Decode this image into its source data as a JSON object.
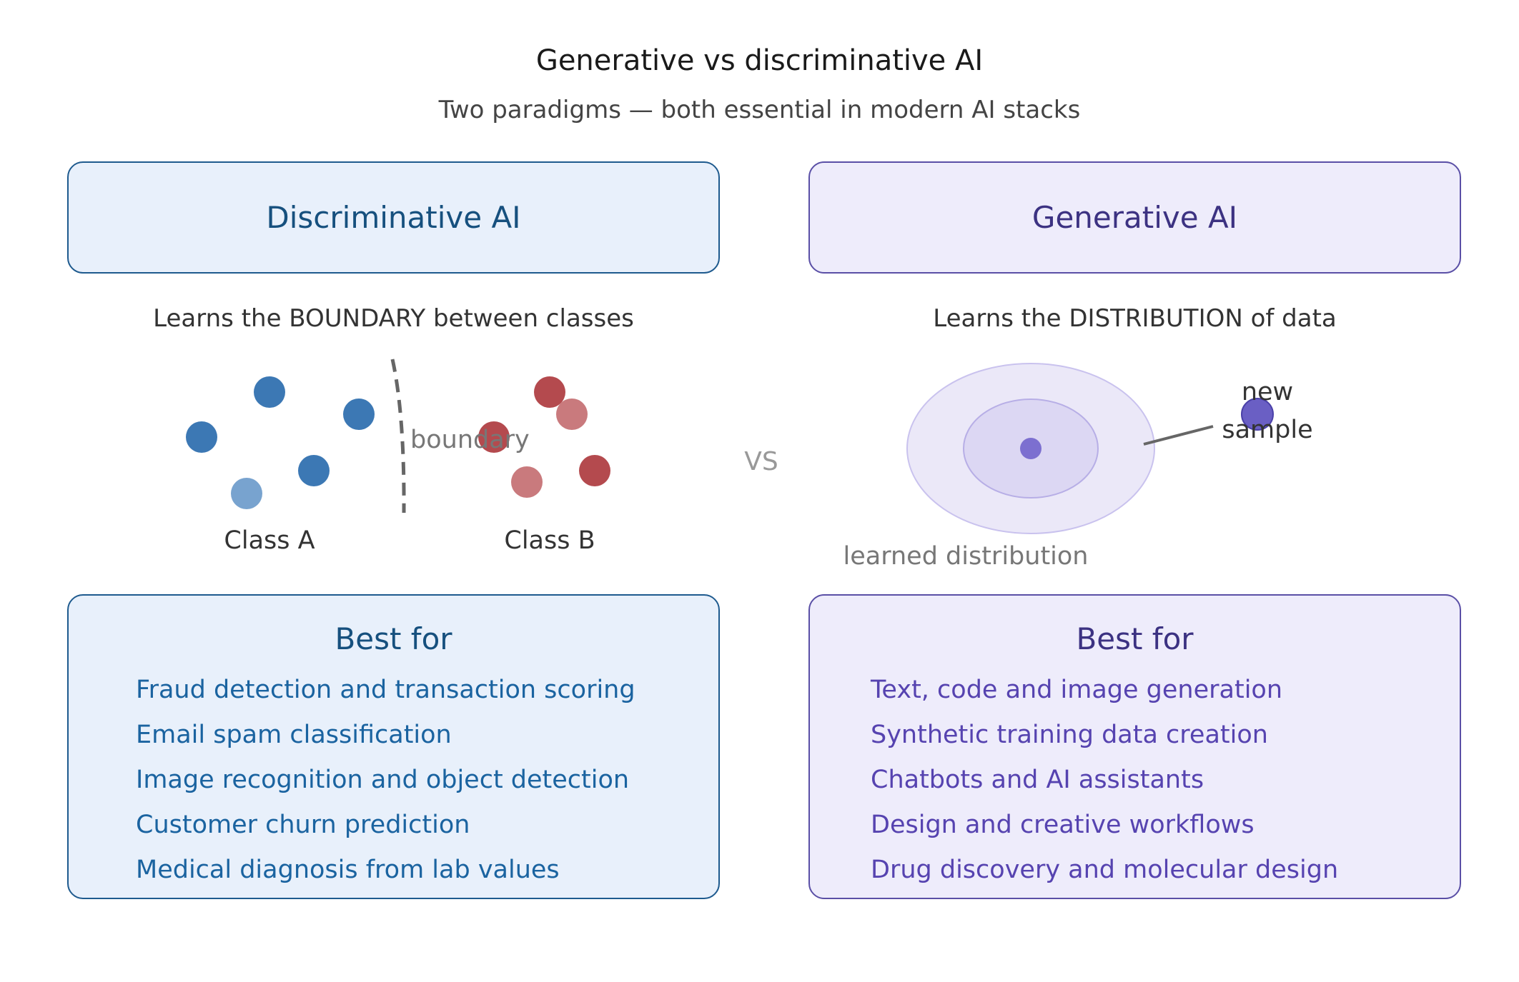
{
  "title": "Generative vs discriminative AI",
  "subtitle": "Two paradigms — both essential in modern AI stacks",
  "vs_label": "VS",
  "colors": {
    "class_a": "#3c78b4",
    "class_a_light": "#78a3cf",
    "class_b": "#b44a4e",
    "class_b_light": "#c97a7d",
    "distribution_outer": "#ebe8f8",
    "distribution_inner": "#dcd7f3",
    "distribution_center": "#7c6fd0",
    "new_sample": "#6a5fc4"
  },
  "discriminative": {
    "heading": "Discriminative AI",
    "description": "Learns the BOUNDARY between classes",
    "boundary_label": "boundary",
    "class_a_label": "Class A",
    "class_b_label": "Class B",
    "best_for_title": "Best for",
    "best_for": [
      "Fraud detection and transaction scoring",
      "Email spam classification",
      "Image recognition and object detection",
      "Customer churn prediction",
      "Medical diagnosis from lab values"
    ]
  },
  "generative": {
    "heading": "Generative AI",
    "description": "Learns the DISTRIBUTION of data",
    "distribution_label": "learned distribution",
    "new_sample_label": [
      "new",
      "sample"
    ],
    "best_for_title": "Best for",
    "best_for": [
      "Text, code and image generation",
      "Synthetic training data creation",
      "Chatbots and AI assistants",
      "Design and creative workflows",
      "Drug discovery and molecular design"
    ]
  }
}
